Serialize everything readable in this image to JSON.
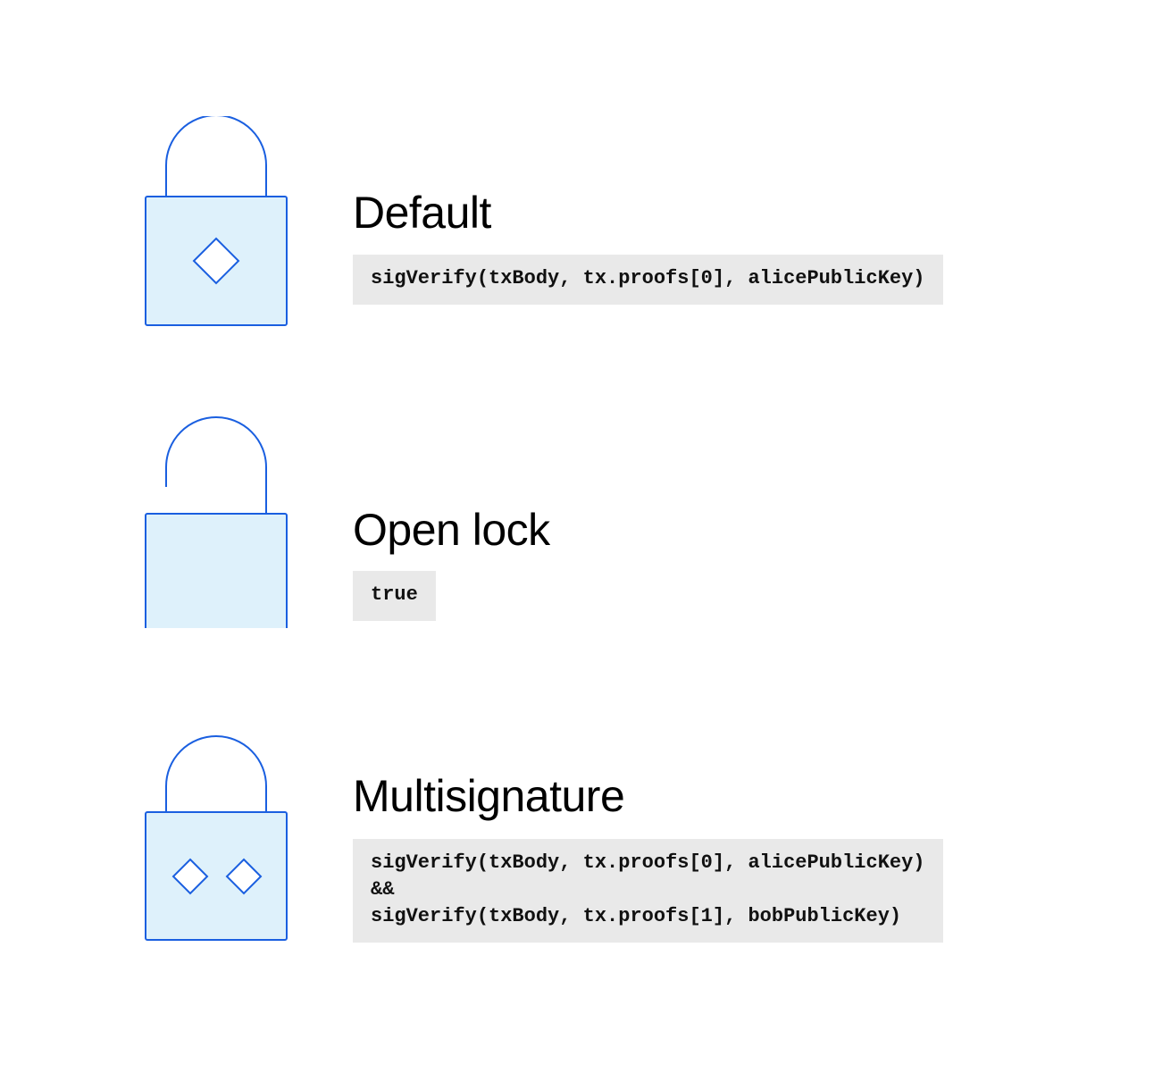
{
  "colors": {
    "stroke": "#1a5fe0",
    "fill": "#def1fb",
    "code_bg": "#e9e9e9",
    "text": "#000000"
  },
  "locks": [
    {
      "title": "Default",
      "icon": "padlock-closed-one-keyhole-icon",
      "code": "sigVerify(txBody, tx.proofs[0], alicePublicKey)"
    },
    {
      "title": "Open lock",
      "icon": "padlock-open-icon",
      "code": "true"
    },
    {
      "title": "Multisignature",
      "icon": "padlock-closed-two-keyholes-icon",
      "code": "sigVerify(txBody, tx.proofs[0], alicePublicKey)\n&&\nsigVerify(txBody, tx.proofs[1], bobPublicKey)"
    }
  ]
}
